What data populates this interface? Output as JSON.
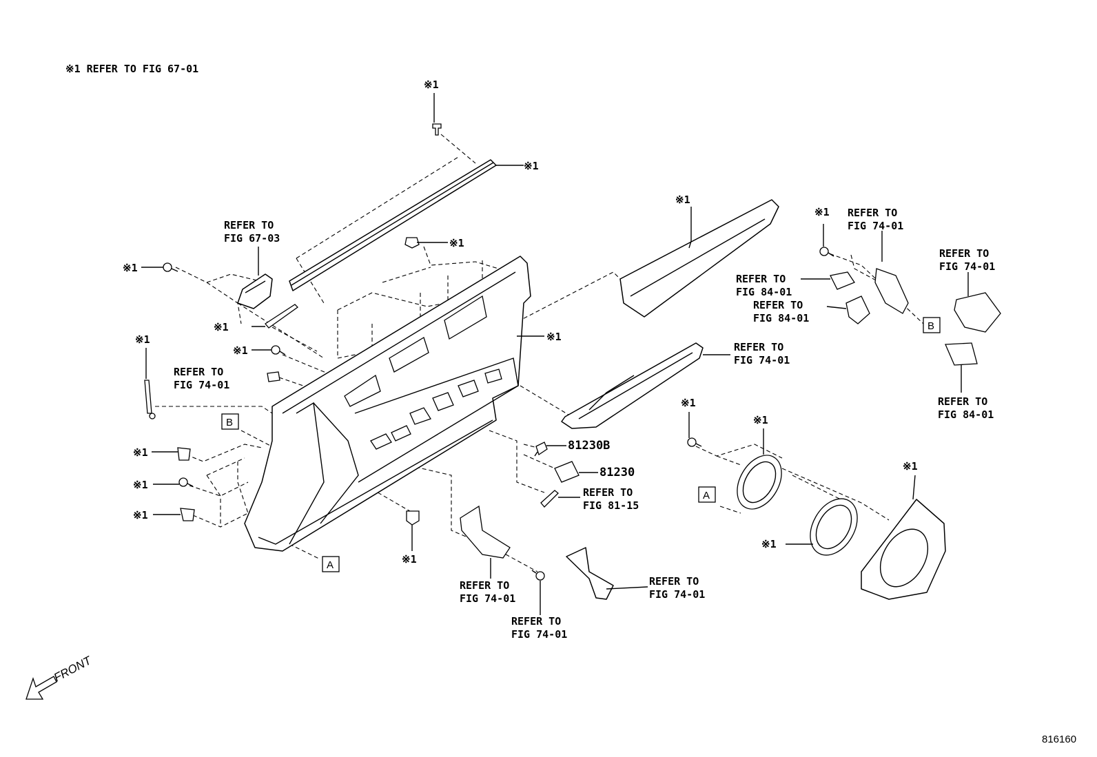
{
  "header_note": "※1 REFER TO FIG 67-01",
  "marks": {
    "note": "※1",
    "ref_a": "A",
    "ref_b": "B"
  },
  "refer_lines": {
    "l1": "REFER TO"
  },
  "figures": {
    "fig_67_03": "FIG 67-03",
    "fig_74_01": "FIG 74-01",
    "fig_84_01": "FIG 84-01",
    "fig_81_15": "FIG 81-15"
  },
  "part_numbers": {
    "p81230b": "81230B",
    "p81230": "81230"
  },
  "front_label": "FRONT",
  "diagram_id": "816160"
}
